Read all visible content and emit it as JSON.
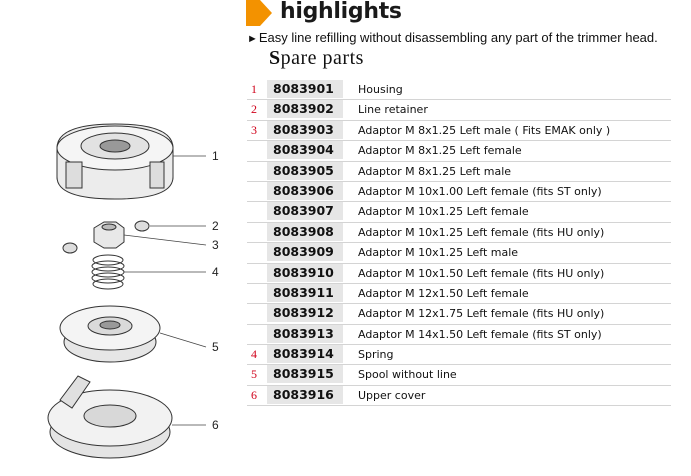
{
  "header": {
    "title": "highlights",
    "highlight": "Easy line refilling without disassembling any part of the trimmer head.",
    "accent_color": "#f39200"
  },
  "spare_parts": {
    "title_first": "S",
    "title_rest": "pare  parts",
    "rows": [
      {
        "index": "1",
        "code": "8083901",
        "description": "Housing"
      },
      {
        "index": "2",
        "code": "8083902",
        "description": "Line retainer"
      },
      {
        "index": "3",
        "code": "8083903",
        "description": "Adaptor M 8x1.25 Left male ( Fits EMAK only )"
      },
      {
        "index": "",
        "code": "8083904",
        "description": "Adaptor M 8x1.25 Left female"
      },
      {
        "index": "",
        "code": "8083905",
        "description": "Adaptor M 8x1.25 Left male"
      },
      {
        "index": "",
        "code": "8083906",
        "description": "Adaptor M 10x1.00 Left female (fits ST only)"
      },
      {
        "index": "",
        "code": "8083907",
        "description": "Adaptor M 10x1.25 Left female"
      },
      {
        "index": "",
        "code": "8083908",
        "description": "Adaptor M 10x1.25 Left female (fits HU only)"
      },
      {
        "index": "",
        "code": "8083909",
        "description": "Adaptor M 10x1.25 Left male"
      },
      {
        "index": "",
        "code": "8083910",
        "description": "Adaptor M 10x1.50 Left female (fits HU only)"
      },
      {
        "index": "",
        "code": "8083911",
        "description": "Adaptor M 12x1.50 Left female"
      },
      {
        "index": "",
        "code": "8083912",
        "description": "Adaptor M 12x1.75 Left female (fits HU only)"
      },
      {
        "index": "",
        "code": "8083913",
        "description": "Adaptor M 14x1.50 Left female (fits ST only)"
      },
      {
        "index": "4",
        "code": "8083914",
        "description": "Spring"
      },
      {
        "index": "5",
        "code": "8083915",
        "description": "Spool without line"
      },
      {
        "index": "6",
        "code": "8083916",
        "description": "Upper cover"
      }
    ]
  },
  "diagram": {
    "callouts": [
      "1",
      "2",
      "3",
      "4",
      "5",
      "6"
    ]
  }
}
